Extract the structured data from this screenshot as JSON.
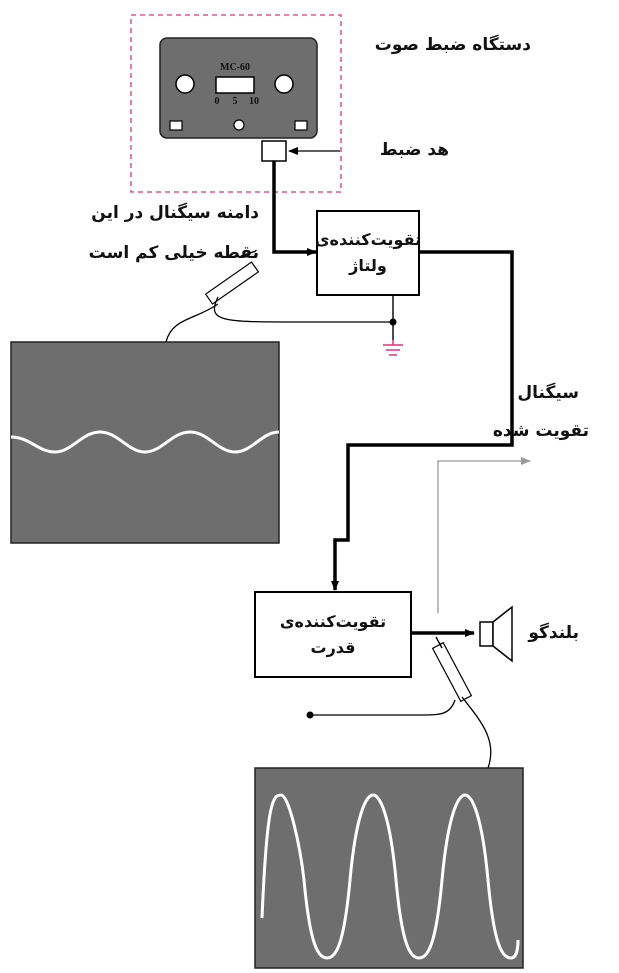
{
  "recorder": {
    "title": "دستگاه ضبط صوت",
    "model": "MC-60",
    "scale": [
      "0",
      "5",
      "10"
    ],
    "head_label": "هد ضبط"
  },
  "input_note": {
    "line1": "دامنه سیگنال در این",
    "line2": "نقطه خیلی کم است"
  },
  "voltage_amp": {
    "line1": "تقویت‌کننده‌ی",
    "line2": "ولتاژ"
  },
  "amplified_note": {
    "line1": "سیگنال",
    "line2": "تقویت شده"
  },
  "power_amp": {
    "line1": "تقویت‌کننده‌ی",
    "line2": "قدرت"
  },
  "speaker_label": "بلندگو",
  "colors": {
    "dashed_frame": "#e0307a",
    "ground": "#e0307a",
    "screen": "#6e6e6e",
    "wave": "#ffffff",
    "wire": "#000000",
    "pointer": "#999999"
  }
}
